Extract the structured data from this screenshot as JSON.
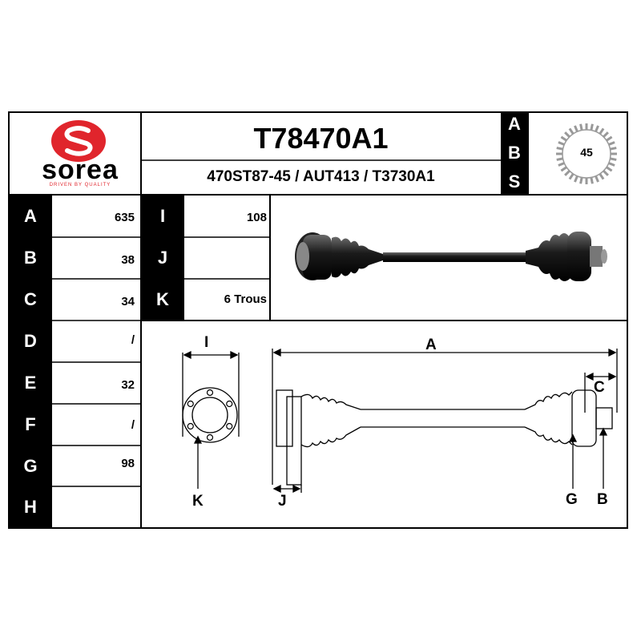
{
  "brand": {
    "name": "sorea",
    "tagline": "DRIVEN BY QUALITY",
    "color": "#e0252c"
  },
  "header": {
    "part_number": "T78470A1",
    "references": "470ST87-45 / AUT413 / T3730A1"
  },
  "abs": {
    "letters": [
      "A",
      "B",
      "S"
    ],
    "teeth": "45"
  },
  "specs_left": [
    {
      "key": "A",
      "value": "635"
    },
    {
      "key": "B",
      "value": "38"
    },
    {
      "key": "C",
      "value": "34"
    },
    {
      "key": "D",
      "value": "/"
    },
    {
      "key": "E",
      "value": "32"
    },
    {
      "key": "F",
      "value": "/"
    },
    {
      "key": "G",
      "value": "98"
    },
    {
      "key": "H",
      "value": ""
    }
  ],
  "specs_right": [
    {
      "key": "I",
      "value": "108"
    },
    {
      "key": "J",
      "value": ""
    },
    {
      "key": "K",
      "value": "6 Trous"
    }
  ],
  "diagram": {
    "labels": {
      "I": "I",
      "K": "K",
      "A": "A",
      "C": "C",
      "J": "J",
      "G": "G",
      "B": "B"
    }
  }
}
